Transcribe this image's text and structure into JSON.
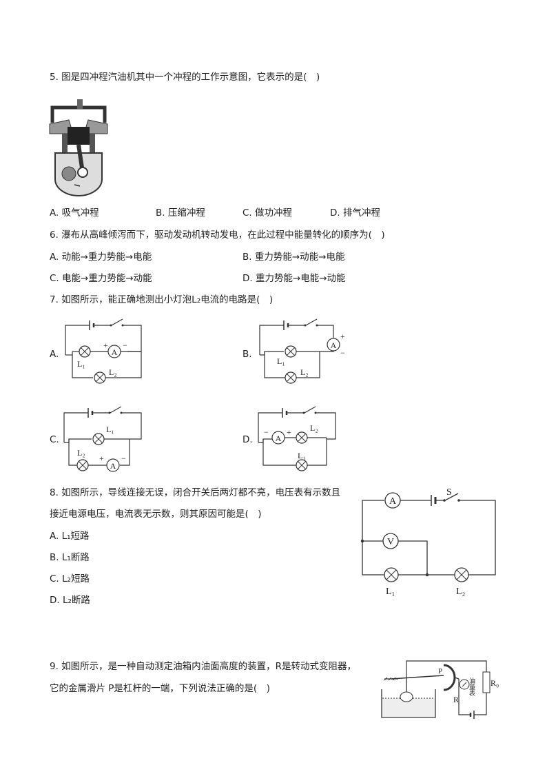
{
  "q5": {
    "stem": "5. 图是四冲程汽油机其中一个冲程的工作示意图，它表示的是(　)",
    "options": [
      "A. 吸气冲程",
      "B. 压缩冲程",
      "C. 做功冲程",
      "D. 排气冲程"
    ]
  },
  "q6": {
    "stem": "6. 瀑布从高峰倾泻而下，驱动发动机转动发电，在此过程中能量转化的顺序为(　)",
    "options": [
      "A. 动能→重力势能→电能",
      "B. 重力势能→动能→电能",
      "C. 电能→重力势能→动能",
      "D. 重力势能→电能→动能"
    ]
  },
  "q7": {
    "stem": "7. 如图所示，能正确地测出小灯泡L₂电流的电路是(　)",
    "options": [
      "A.",
      "B.",
      "C.",
      "D."
    ],
    "labels": {
      "ammeter": "A",
      "plus": "+",
      "minus": "−",
      "l1": "L₁",
      "l2": "L₂"
    }
  },
  "q8": {
    "stem_line1": "8. 如图所示，导线连接无误，闭合开关后两灯都不亮，电压表有示数且",
    "stem_line2": "接近电源电压，电流表无示数，则其原因可能是(　)",
    "options": [
      "A. L₁短路",
      "B. L₁断路",
      "C. L₂短路",
      "D. L₂断路"
    ],
    "labels": {
      "ammeter": "A",
      "voltmeter": "V",
      "switch": "S",
      "l1": "L₁",
      "l2": "L₂"
    }
  },
  "q9": {
    "stem_line1": "9. 如图所示，是一种自动测定油箱内油面高度的装置，R是转动式变阻器，",
    "stem_line2": "它的金属滑片 P是杠杆的一端，下列说法正确的是(　)",
    "labels": {
      "p": "P",
      "r": "R",
      "r0": "R₀",
      "gauge": "油量表"
    }
  }
}
